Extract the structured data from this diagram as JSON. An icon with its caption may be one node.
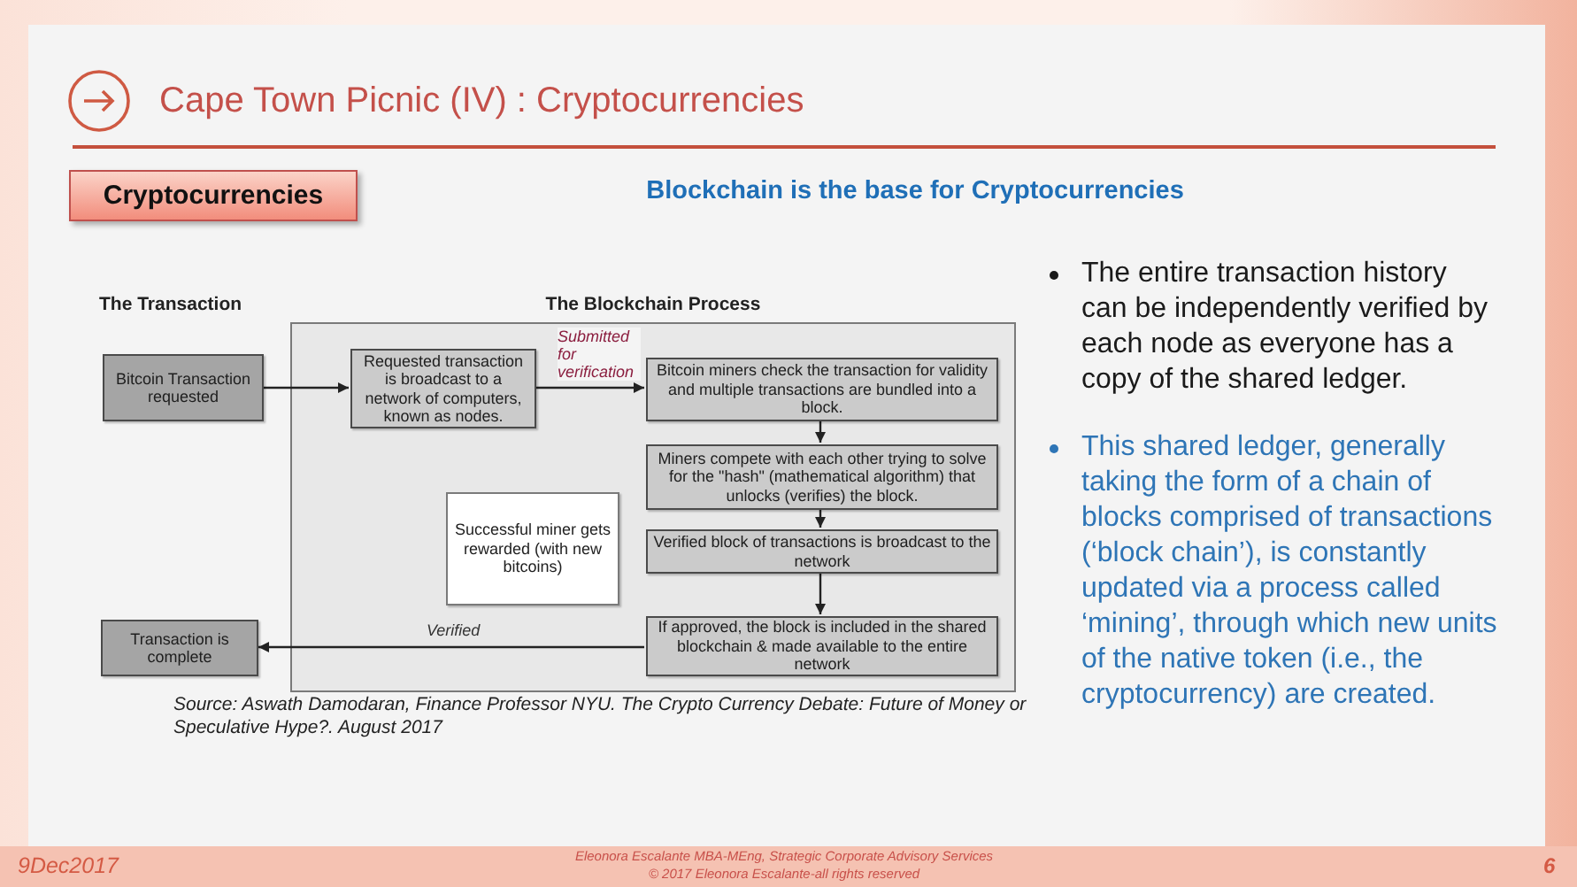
{
  "diagram": {
    "title": "Cape Town Picnic (IV) : Cryptocurrencies",
    "nodes": [
      {
        "text": [
          "Cryptocurrencies"
        ]
      },
      {
        "text": [
          "Bitcoin Transaction requested"
        ]
      },
      {
        "text": [
          "The Blockchain Process"
        ]
      },
      {
        "text": [
          "Requested transaction is broadcast to a network of computers, known as nodes."
        ],
        "in": 2
      },
      {
        "text": [
          "Bitcoin miners check the transaction for validity and multiple transactions are bundled into a block."
        ],
        "in": 2
      },
      {
        "text": [
          "Miners compete with each other trying to solve for the \"hash\" (mathematical algorithm) that unlocks (verifies) the block."
        ],
        "in": 2
      },
      {
        "text": [
          "Successful miner gets rewarded (with new bitcoins)"
        ],
        "in": 2
      },
      {
        "text": [
          "Verified block of transactions is broadcast to the network"
        ],
        "in": 2
      },
      {
        "text": [
          "If approved, the block is included in the shared blockchain & made available to the entire network"
        ],
        "in": 2
      },
      {
        "text": [
          "Transaction is complete"
        ]
      }
    ],
    "edges": [
      {
        "from": 1,
        "to": 3,
        "arrow": "to"
      },
      {
        "from": 3,
        "to": 4,
        "arrow": "to",
        "label": "Submitted for verification"
      },
      {
        "from": 4,
        "to": 5,
        "arrow": "to"
      },
      {
        "from": 5,
        "to": 7,
        "arrow": "to"
      },
      {
        "from": 7,
        "to": 8,
        "arrow": "to"
      },
      {
        "from": 8,
        "to": 9,
        "arrow": "to",
        "label": "Verified"
      }
    ],
    "labels": [
      "Blockchain is the base for Cryptocurrencies",
      "The Transaction",
      "The entire transaction history can be independently verified by each node as everyone has a copy of the shared ledger.",
      "This shared ledger, generally taking the form of a chain of blocks comprised of transactions (‘block chain’), is constantly updated via a process called ‘mining’, through which new units of the native token (i.e., the cryptocurrency) are created.",
      "Source: Aswath Damodaran, Finance Professor NYU. The Crypto Currency Debate: Future of Money or Speculative Hype?. August 2017",
      "9Dec2017",
      "Eleonora Escalante MBA-MEng, Strategic Corporate Advisory Services",
      "© 2017 Eleonora Escalante-all rights reserved",
      "6"
    ]
  }
}
